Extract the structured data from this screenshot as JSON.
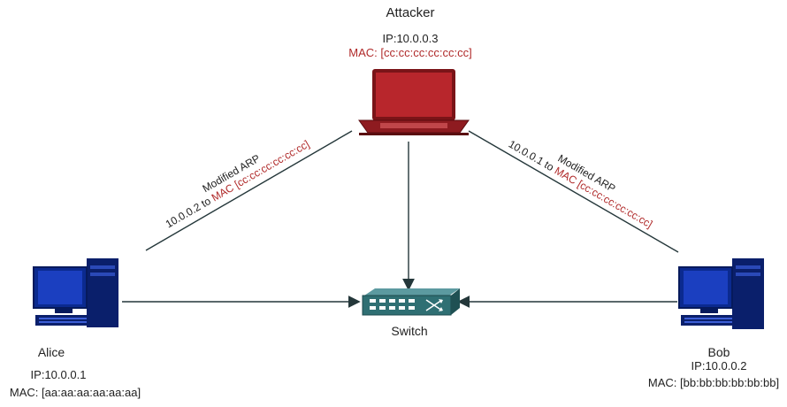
{
  "attacker": {
    "name": "Attacker",
    "ip": "IP:10.0.0.3",
    "mac": "MAC: [cc:cc:cc:cc:cc:cc]"
  },
  "alice": {
    "name": "Alice",
    "ip": "IP:10.0.0.1",
    "mac": "MAC: [aa:aa:aa:aa:aa:aa]"
  },
  "bob": {
    "name": "Bob",
    "ip": "IP:10.0.0.2",
    "mac": "MAC: [bb:bb:bb:bb:bb:bb]"
  },
  "switch": {
    "name": "Switch"
  },
  "left_link": {
    "title": "Modified ARP",
    "ip_prefix": "10.0.0.2 to ",
    "mac_label": "MAC [cc:cc:cc:cc:cc:cc]"
  },
  "right_link": {
    "title": "Modified ARP",
    "ip_prefix": "10.0.0.1 to ",
    "mac_label": "MAC [cc:cc:cc:cc:cc:cc]"
  },
  "colors": {
    "accent_red": "#b02a2a",
    "laptop_red": "#9e1f24",
    "computer_blue": "#0b2a8f",
    "switch_teal": "#2f6f73",
    "line": "#24373a"
  }
}
